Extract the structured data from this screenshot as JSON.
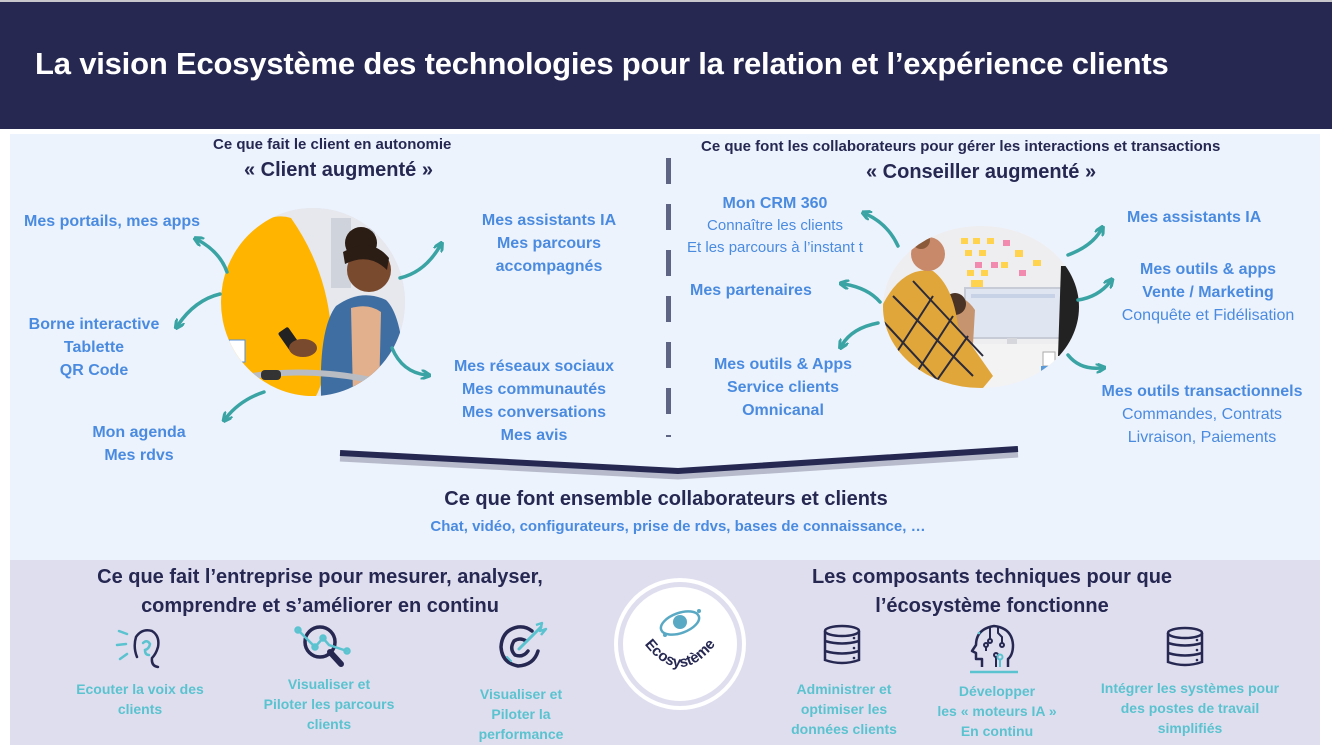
{
  "header": {
    "title": "La vision Ecosystème des technologies pour la relation et l’expérience clients"
  },
  "colors": {
    "header_bg": "#262852",
    "upper_bg": "#edf3fd",
    "lower_bg": "#dfdeef",
    "item_blue": "#4a8be0",
    "teal": "#5ac3cf",
    "arrow_teal": "#3aa3a3",
    "dark_navy": "#262852",
    "accent_yellow": "#ffb400"
  },
  "client_section": {
    "subtitle": "Ce que fait le client en autonomie",
    "title": "« Client augmenté »",
    "image_alt": "woman-with-smartphone-photo",
    "items": {
      "portails": {
        "lines": [
          "Mes portails, mes apps"
        ]
      },
      "borne": {
        "lines": [
          "Borne interactive",
          "Tablette",
          "QR Code"
        ]
      },
      "agenda": {
        "lines": [
          "Mon agenda",
          "Mes rdvs"
        ]
      },
      "assistants": {
        "lines": [
          "Mes assistants IA",
          "Mes parcours",
          "accompagnés"
        ]
      },
      "reseaux": {
        "lines": [
          "Mes réseaux sociaux",
          "Mes communautés",
          "Mes conversations",
          "Mes avis"
        ]
      }
    }
  },
  "conseiller_section": {
    "subtitle": "Ce que font les collaborateurs pour gérer les interactions et transactions",
    "title": "« Conseiller augmenté »",
    "image_alt": "team-working-at-screen-photo",
    "items": {
      "crm": {
        "title": "Mon CRM 360",
        "lines": [
          "Connaître les clients",
          "Et les parcours à l’instant t"
        ]
      },
      "partenaires": {
        "title": "Mes partenaires"
      },
      "service": {
        "lines": [
          "Mes outils & Apps",
          "Service clients",
          "Omnicanal"
        ]
      },
      "assistants": {
        "title": "Mes assistants IA"
      },
      "vente": {
        "bold_lines": [
          "Mes outils & apps",
          "Vente / Marketing"
        ],
        "normal_line": "Conquête et Fidélisation"
      },
      "transactionnels": {
        "title": "Mes outils transactionnels",
        "lines": [
          "Commandes, Contrats",
          "Livraison, Paiements"
        ]
      }
    }
  },
  "together_section": {
    "title": "Ce que font ensemble collaborateurs et clients",
    "subtitle": "Chat, vidéo, configurateurs, prise de rdvs, bases de connaissance, …"
  },
  "enterprise_section": {
    "title_lines": [
      "Ce que fait l’entreprise pour mesurer, analyser,",
      "comprendre et s’améliorer en continu"
    ],
    "items": [
      {
        "icon": "ear-icon",
        "lines": [
          "Ecouter la voix des",
          "clients"
        ]
      },
      {
        "icon": "magnifier-chart-icon",
        "lines": [
          "Visualiser et",
          "Piloter les parcours",
          "clients"
        ]
      },
      {
        "icon": "target-arrow-icon",
        "lines": [
          "Visualiser et",
          "Piloter la",
          "performance"
        ]
      }
    ]
  },
  "ecosystem_badge": {
    "label": "Ecosystème",
    "icon": "orbit-planet-icon"
  },
  "technical_section": {
    "title_lines": [
      "Les composants techniques pour que",
      "l’écosystème fonctionne"
    ],
    "items": [
      {
        "icon": "database-icon",
        "lines": [
          "Administrer et",
          "optimiser les",
          "données clients"
        ]
      },
      {
        "icon": "ai-head-circuit-icon",
        "lines": [
          "Développer",
          "les « moteurs IA »",
          "En continu"
        ]
      },
      {
        "icon": "database-icon",
        "lines": [
          "Intégrer les systèmes pour",
          "des postes de travail",
          "simplifiés"
        ]
      }
    ]
  }
}
